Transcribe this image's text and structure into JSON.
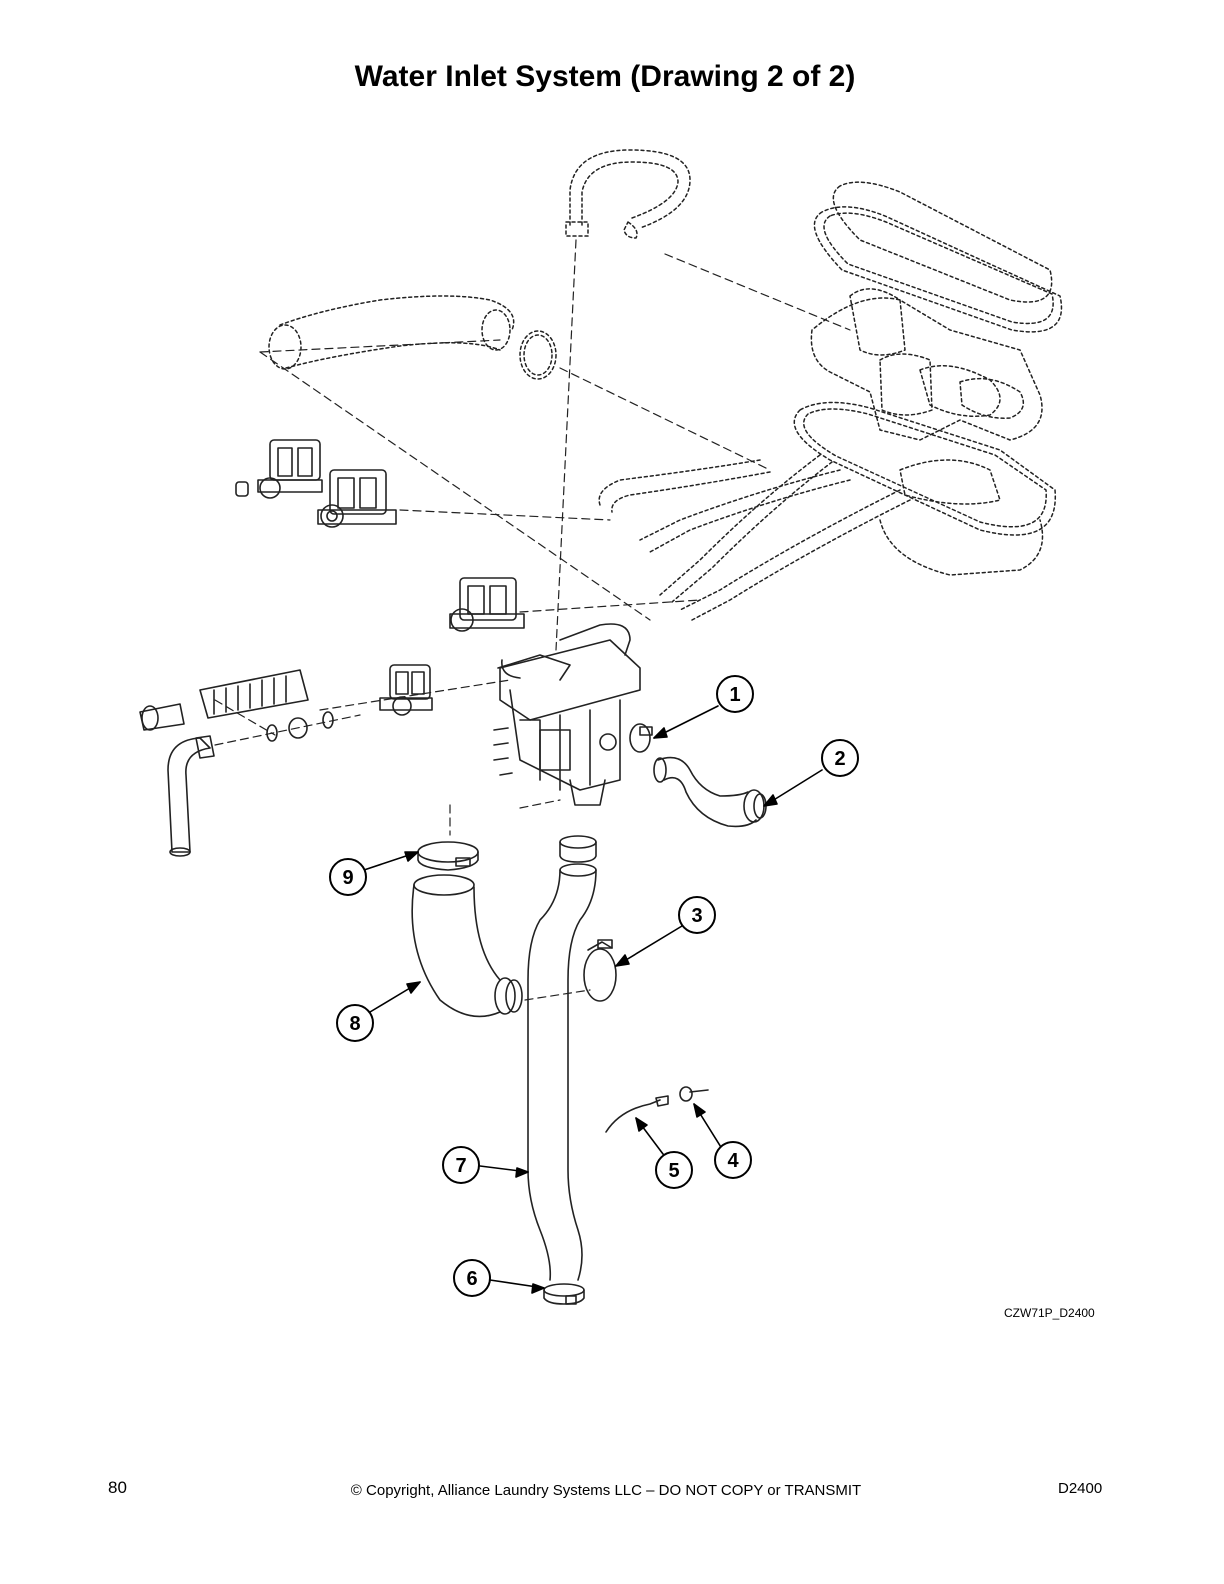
{
  "page": {
    "title": "Water Inlet System (Drawing 2 of 2)",
    "drawing_id": "CZW71P_D2400",
    "page_number": "80",
    "copyright": "© Copyright, Alliance Laundry Systems LLC – DO NOT COPY or TRANSMIT",
    "doc_code": "D2400"
  },
  "callouts": [
    {
      "label": "1"
    },
    {
      "label": "2"
    },
    {
      "label": "3"
    },
    {
      "label": "4"
    },
    {
      "label": "5"
    },
    {
      "label": "6"
    },
    {
      "label": "7"
    },
    {
      "label": "8"
    },
    {
      "label": "9"
    }
  ]
}
